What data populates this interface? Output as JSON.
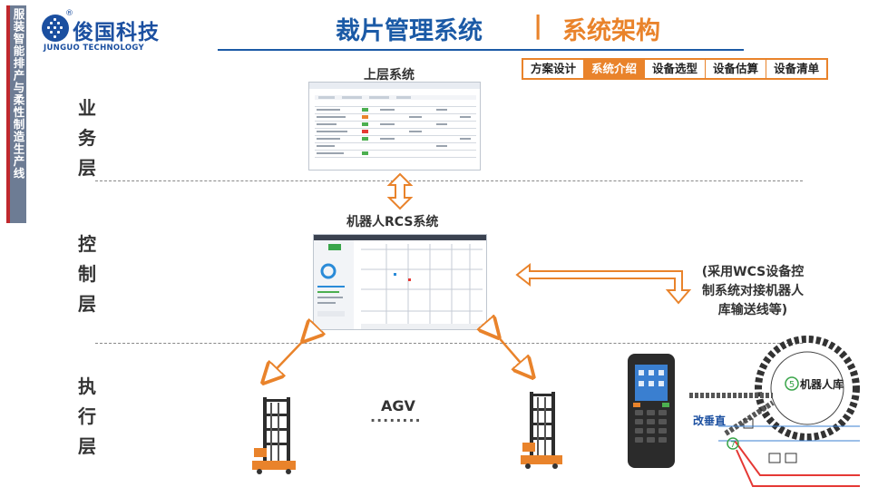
{
  "side_banner": {
    "text": "服装智能排产与柔性制造生产线",
    "color": "#6d7c94",
    "accent": "#c0282d"
  },
  "logo": {
    "name_cn": "俊国科技",
    "name_en": "JUNGUO TECHNOLOGY",
    "reg_mark": "®",
    "color": "#1b4fa0"
  },
  "header": {
    "title": "裁片管理系统",
    "separator": "|",
    "subtitle": "系统架构",
    "title_color": "#1b5aa6",
    "accent_color": "#e9832b"
  },
  "tabs": [
    {
      "label": "方案设计",
      "active": false
    },
    {
      "label": "系统介绍",
      "active": true
    },
    {
      "label": "设备选型",
      "active": false
    },
    {
      "label": "设备估算",
      "active": false
    },
    {
      "label": "设备清单",
      "active": false
    }
  ],
  "layers": {
    "business": "业务层",
    "control": "控制层",
    "execution": "执行层"
  },
  "components": {
    "upper_system": "上层系统",
    "rcs_system": "机器人RCS系统",
    "wcs_note": "(采用WCS设备控制系统对接机器人库输送线等)",
    "agv_label": "AGV",
    "agv_dots": "........",
    "warehouse_label": "机器人库",
    "warehouse_num": "5",
    "warehouse_mark": "改垂直",
    "warehouse_num2": "7"
  },
  "colors": {
    "arrow": "#e9832b",
    "dashed": "#888888"
  }
}
